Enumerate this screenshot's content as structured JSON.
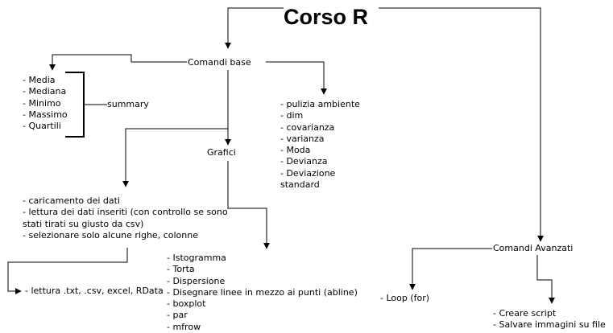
{
  "title": "Corso R",
  "nodes": {
    "comandi_base": "Comandi base",
    "stats_list": [
      "- Media",
      "- Mediana",
      "- Minimo",
      "- Massimo",
      "- Quartili"
    ],
    "summary": "summary",
    "functions_list": [
      "- pulizia ambiente",
      "- dim",
      "- covarianza",
      "- varianza",
      "- Moda",
      "- Devianza",
      "- Deviazione",
      "standard"
    ],
    "grafici": "Grafici",
    "data_list": [
      "- caricamento dei dati",
      "- lettura dei dati inseriti (con controllo se sono",
      "stati tirati su giusto da csv)",
      "- selezionare solo alcune righe, colonne"
    ],
    "formats": "- lettura .txt, .csv, excel, RData",
    "plots_list": [
      "- Istogramma",
      "- Torta",
      "- Dispersione",
      "- Disegnare linee in mezzo ai punti (abline)",
      "- boxplot",
      "- par",
      "- mfrow"
    ],
    "comandi_avanzati": "Comandi Avanzati",
    "loop": "- Loop (for)",
    "script_list": [
      "- Creare script",
      "- Salvare immagini su file"
    ]
  }
}
